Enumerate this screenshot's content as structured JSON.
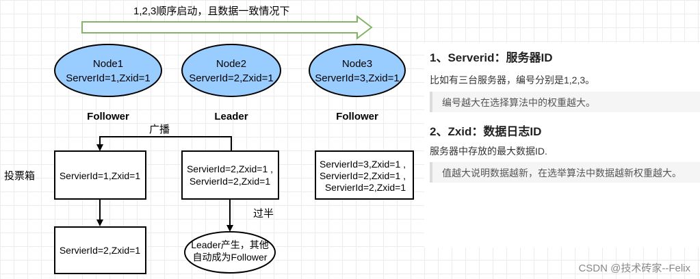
{
  "diagram": {
    "top_arrow_label": "1,2,3顺序启动，且数据一致情况下",
    "nodes": [
      {
        "name": "Node1",
        "detail": "ServerId=1,Zxid=1",
        "role": "Follower"
      },
      {
        "name": "Node2",
        "detail": "ServerId=2,Zxid=1",
        "role": "Leader"
      },
      {
        "name": "Node3",
        "detail": "ServerId=3,Zxid=1",
        "role": "Follower"
      }
    ],
    "ballot_box_label": "投票箱",
    "broadcast_label": "广播",
    "majority_label": "过半",
    "boxes": {
      "node1_vote": "ServierId=1,Zxid=1",
      "node2_votes": [
        "ServierId=2,Zxid=1 ,",
        "ServierId=2,Zxid=1"
      ],
      "node3_votes": [
        "ServierId=3,Zxid=1 ,",
        "ServierId=2,Zxid=1 ,",
        "ServierId=2,Zxid=1"
      ],
      "node1_next_vote": "ServierId=2,Zxid=1"
    },
    "result": [
      "Leader产生，其他",
      "自动成为Follower"
    ]
  },
  "notes": {
    "heading1": "1、Serverid：服务器ID",
    "para1": "比如有三台服务器，编号分别是1,2,3。",
    "quote1": "编号越大在选择算法中的权重越大。",
    "heading2": "2、Zxid：数据日志ID",
    "para2": "服务器中存放的最大数据ID.",
    "quote2": "值越大说明数据越新，在选举算法中数据越新权重越大。"
  },
  "watermark": "CSDN @技术砖家--Felix",
  "colors": {
    "node_fill": "#99ccff",
    "arrow_stroke": "#82b366",
    "arrow_fill": "#ffffff"
  }
}
